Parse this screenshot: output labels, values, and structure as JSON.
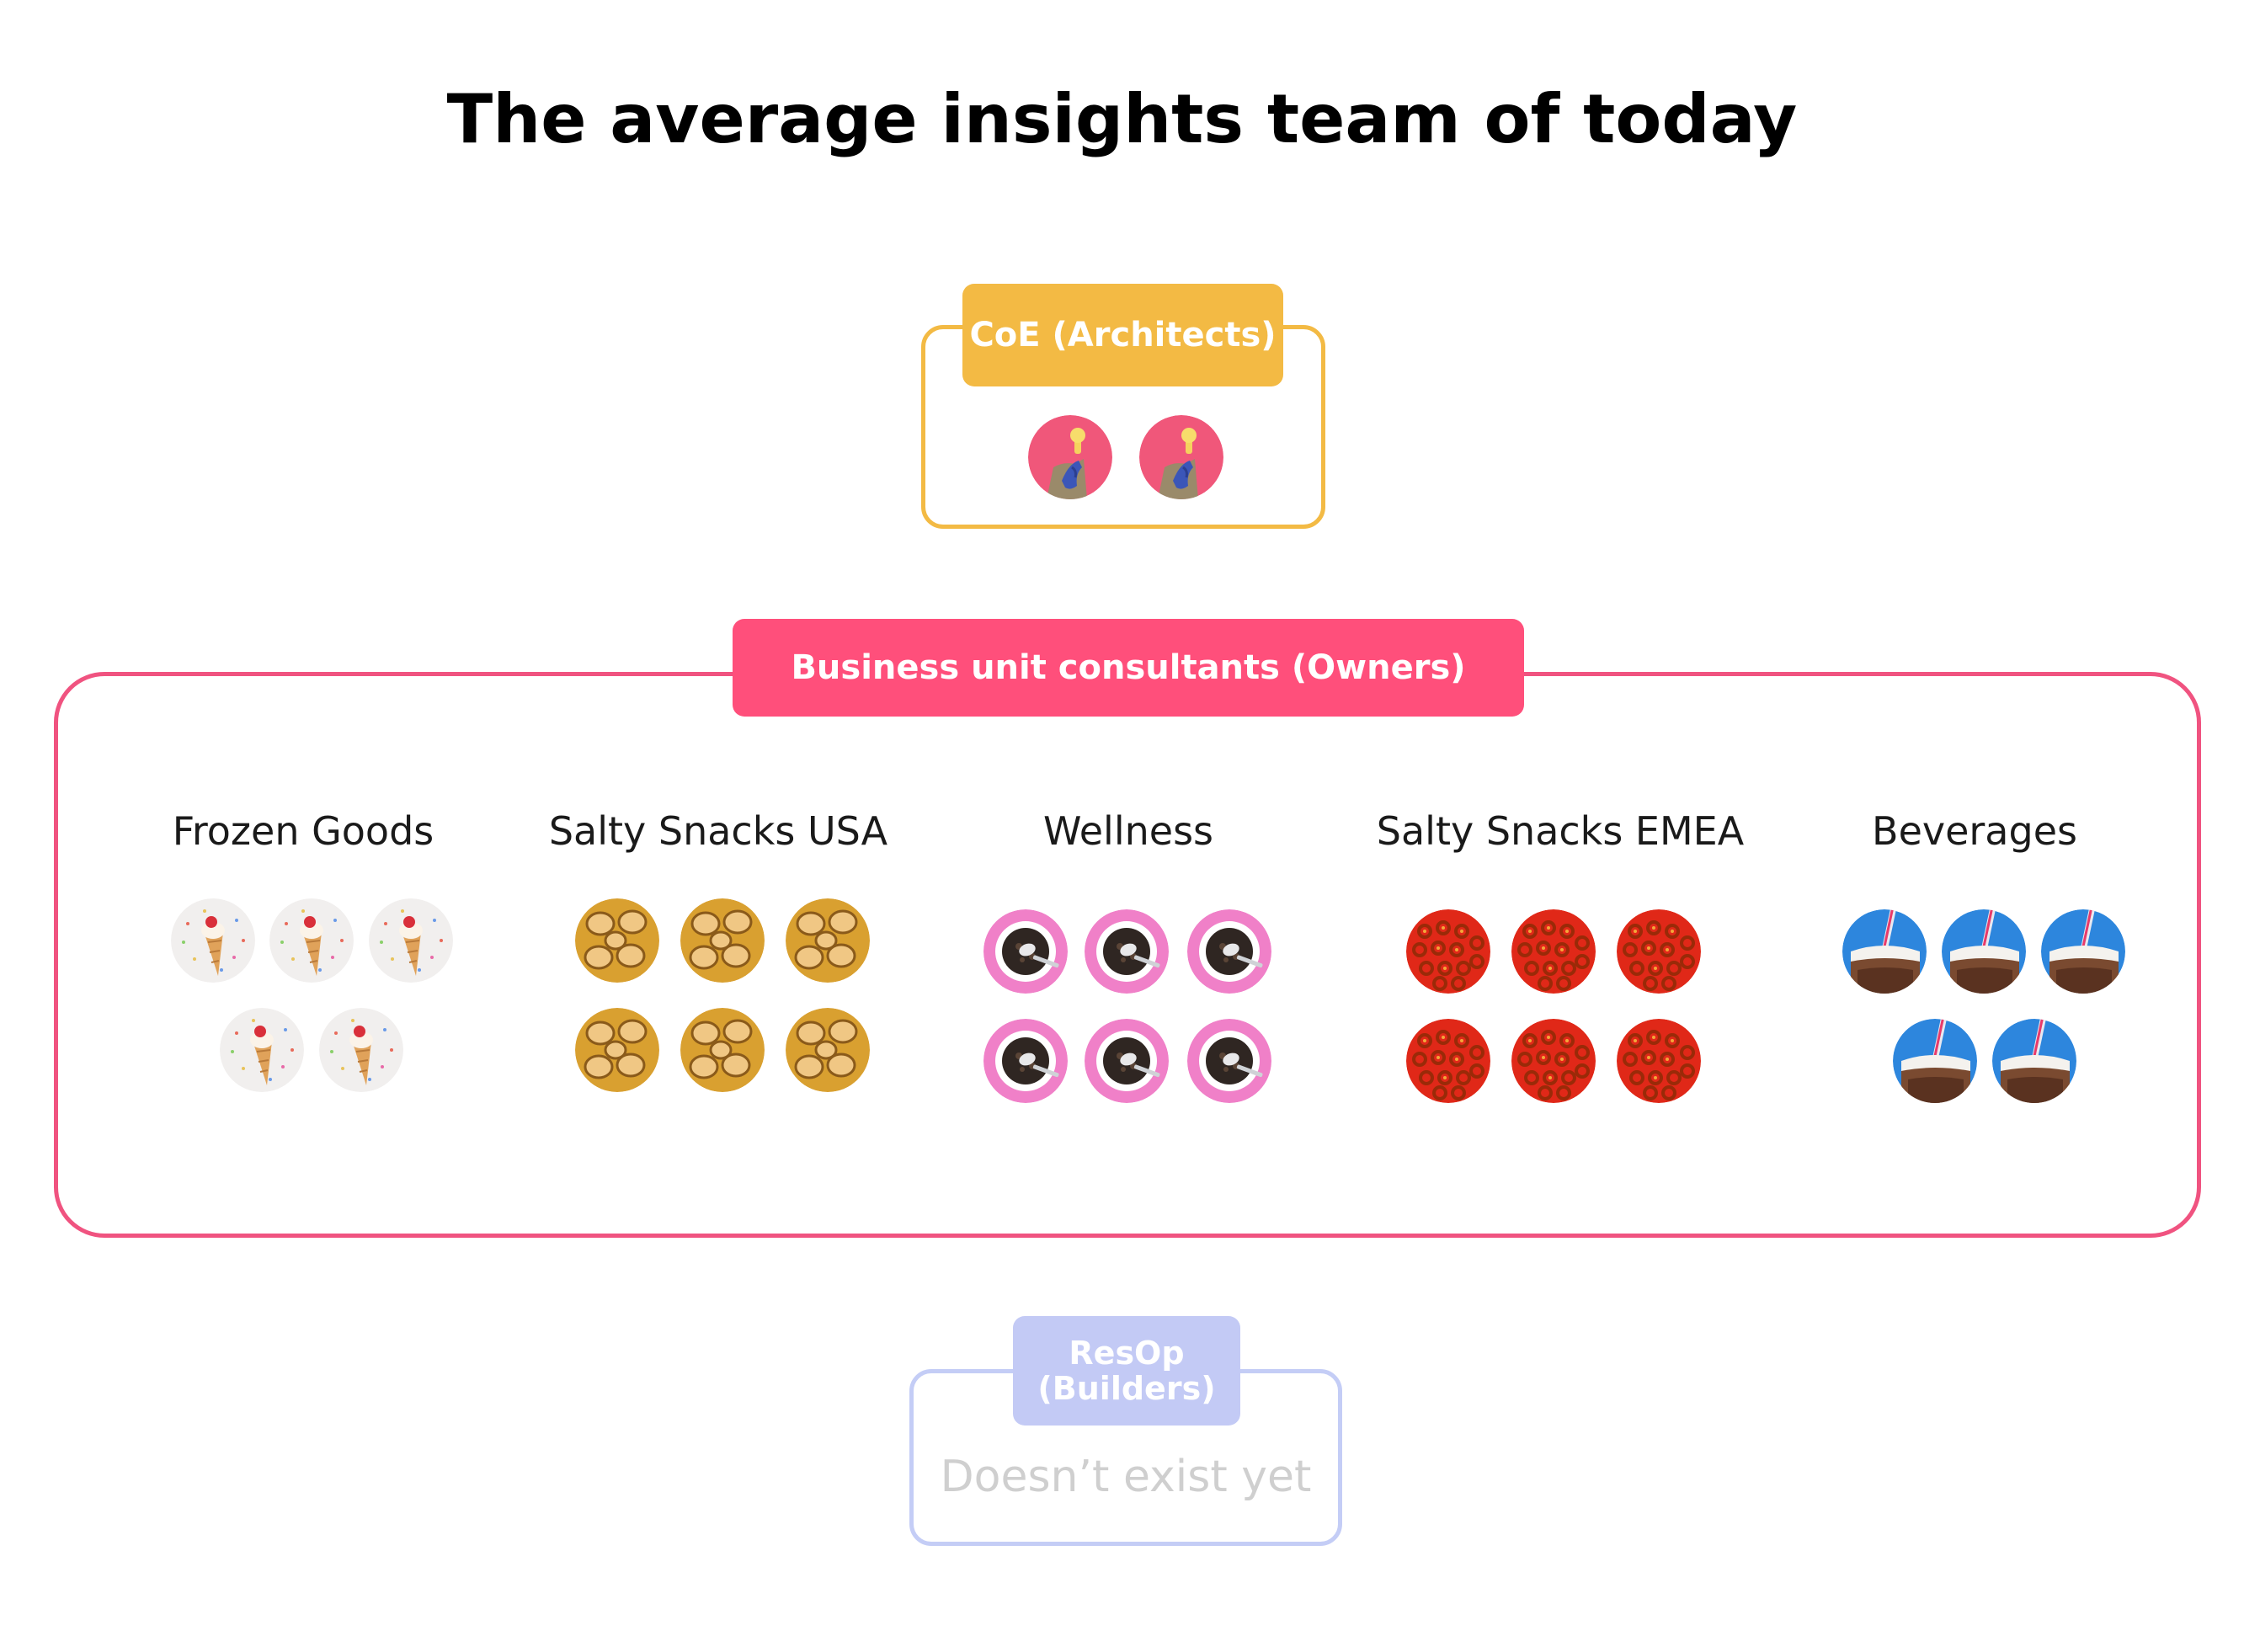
{
  "title": "The average insights team of today",
  "coe": {
    "label": "CoE (Architects)",
    "members": 2,
    "icon": "lightbulb-icon",
    "color": "#f3ba44"
  },
  "business_units": {
    "label": "Business unit consultants (Owners)",
    "color": "#ff4f7b",
    "units": [
      {
        "name": "Frozen Goods",
        "members": 5,
        "icon": "ice-cream-icon"
      },
      {
        "name": "Salty Snacks USA",
        "members": 6,
        "icon": "cookie-icon"
      },
      {
        "name": "Wellness",
        "members": 6,
        "icon": "cereal-bowl-icon"
      },
      {
        "name": "Salty Snacks EMEA",
        "members": 6,
        "icon": "pretzel-icon"
      },
      {
        "name": "Beverages",
        "members": 5,
        "icon": "drink-icon"
      }
    ]
  },
  "resop": {
    "label": "ResOp\n(Builders)",
    "note": "Doesn’t exist yet",
    "color": "#c3caf5"
  }
}
